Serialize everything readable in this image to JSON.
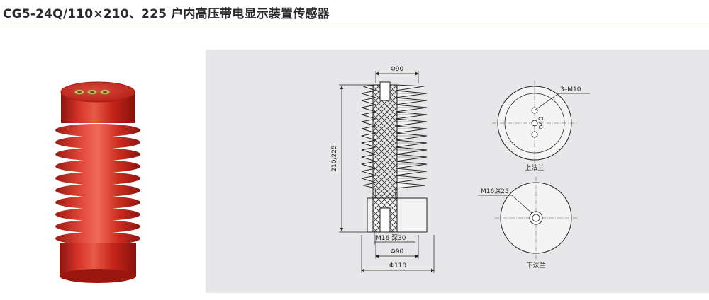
{
  "header": {
    "title": "CG5-24Q/110×210、225 户内高压带电显示装置传感器"
  },
  "drawing": {
    "labels": {
      "top_diameter": "Φ90",
      "height": "210/225",
      "thread_bottom": "M16 深30",
      "base_diameter": "Φ90",
      "overall_diameter": "Φ110",
      "holes": "3–M10",
      "pitch": "Φ40",
      "upper_flange": "上法兰",
      "lower_thread": "M16深25",
      "lower_flange": "下法兰"
    }
  },
  "colors": {
    "accent_line": "#3aa55a",
    "insulator_red": "#c8231b",
    "drawing_bg": "#e7e7e9"
  }
}
